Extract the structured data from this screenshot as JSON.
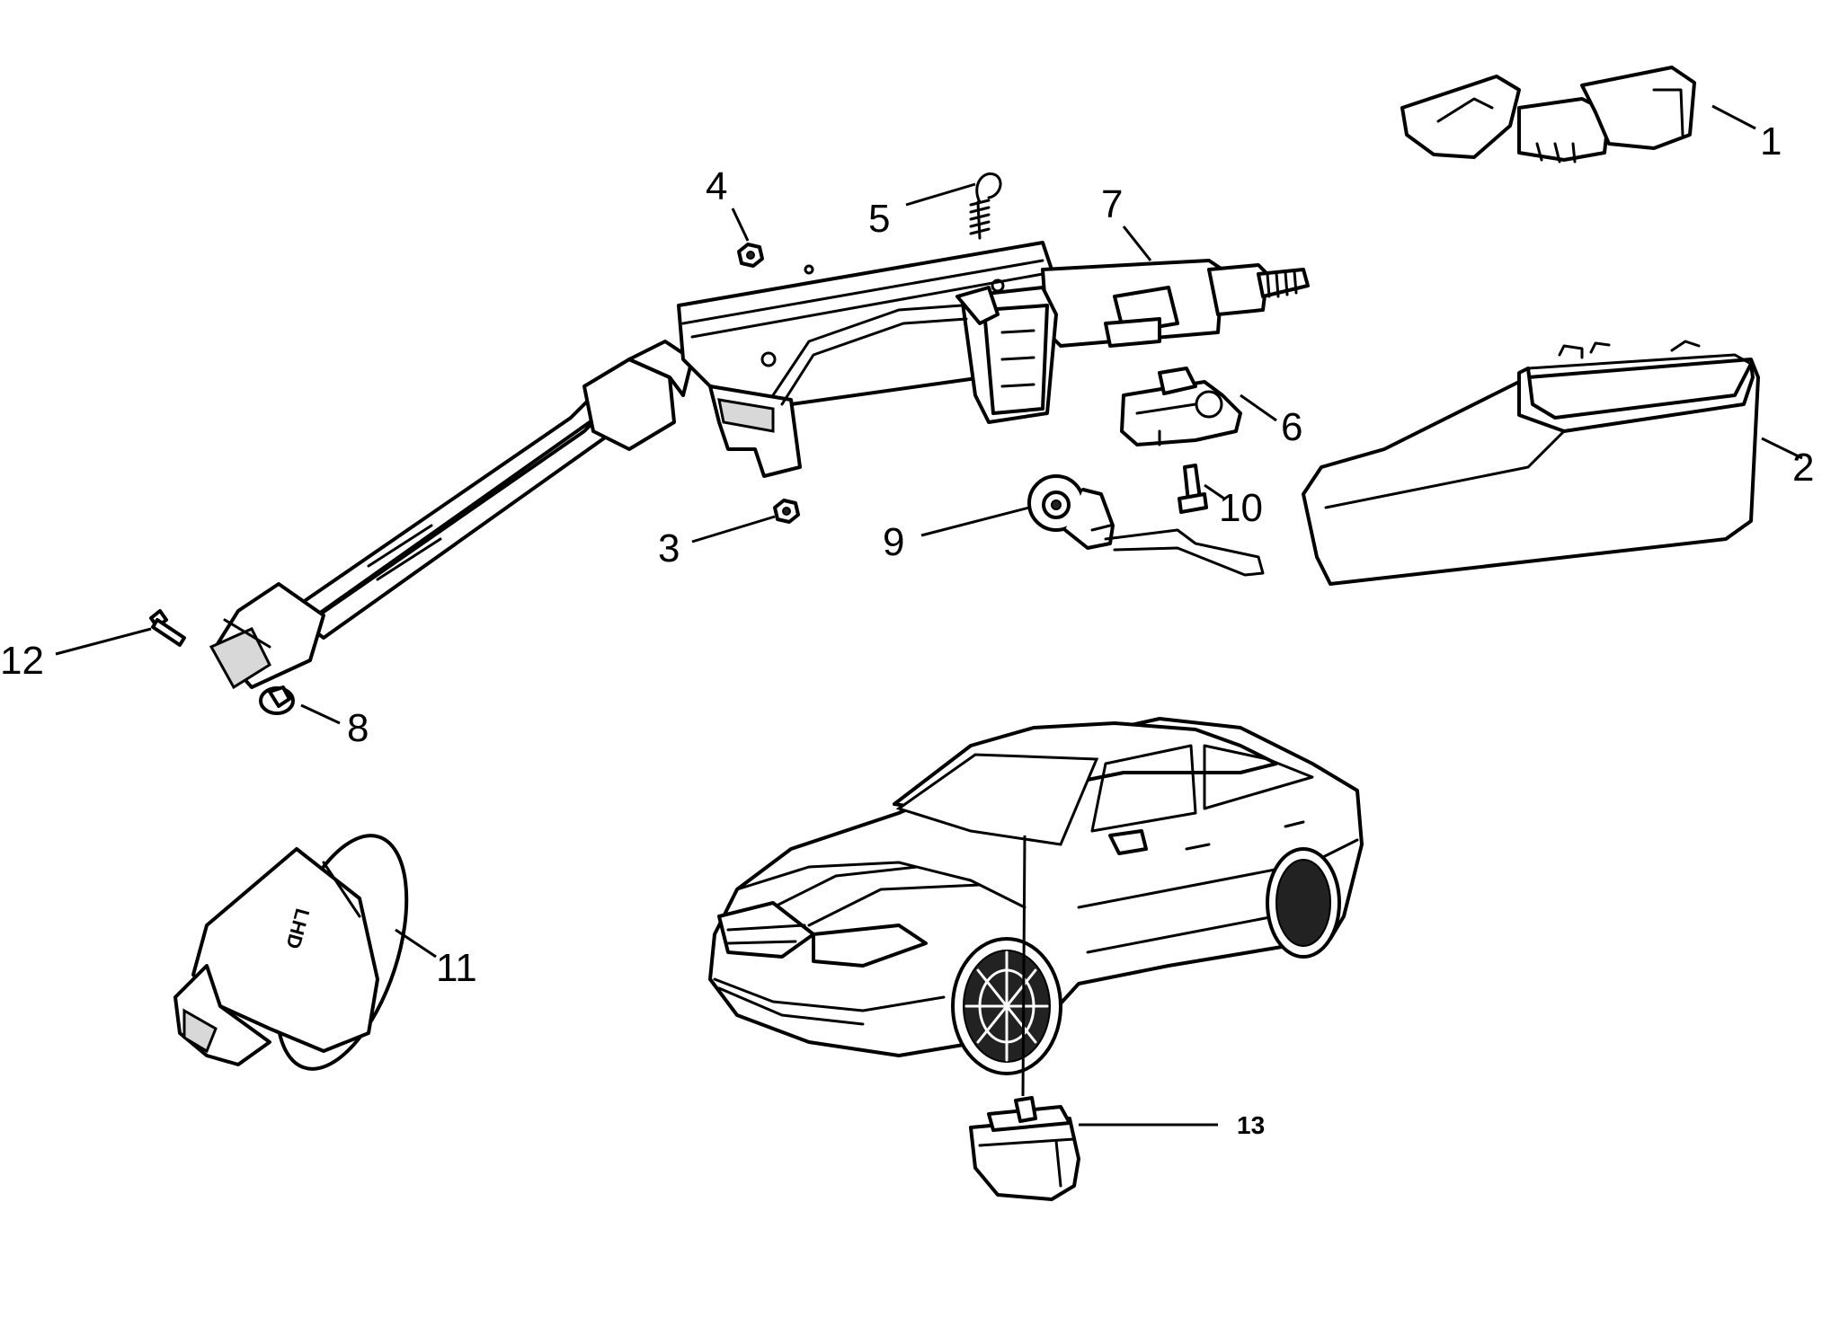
{
  "callouts": {
    "c1": "1",
    "c2": "2",
    "c3": "3",
    "c4": "4",
    "c5": "5",
    "c6": "6",
    "c7": "7",
    "c8": "8",
    "c9": "9",
    "c10": "10",
    "c11": "11",
    "c12": "12",
    "c13": "13"
  },
  "labels": {
    "lhd": "LHD"
  }
}
